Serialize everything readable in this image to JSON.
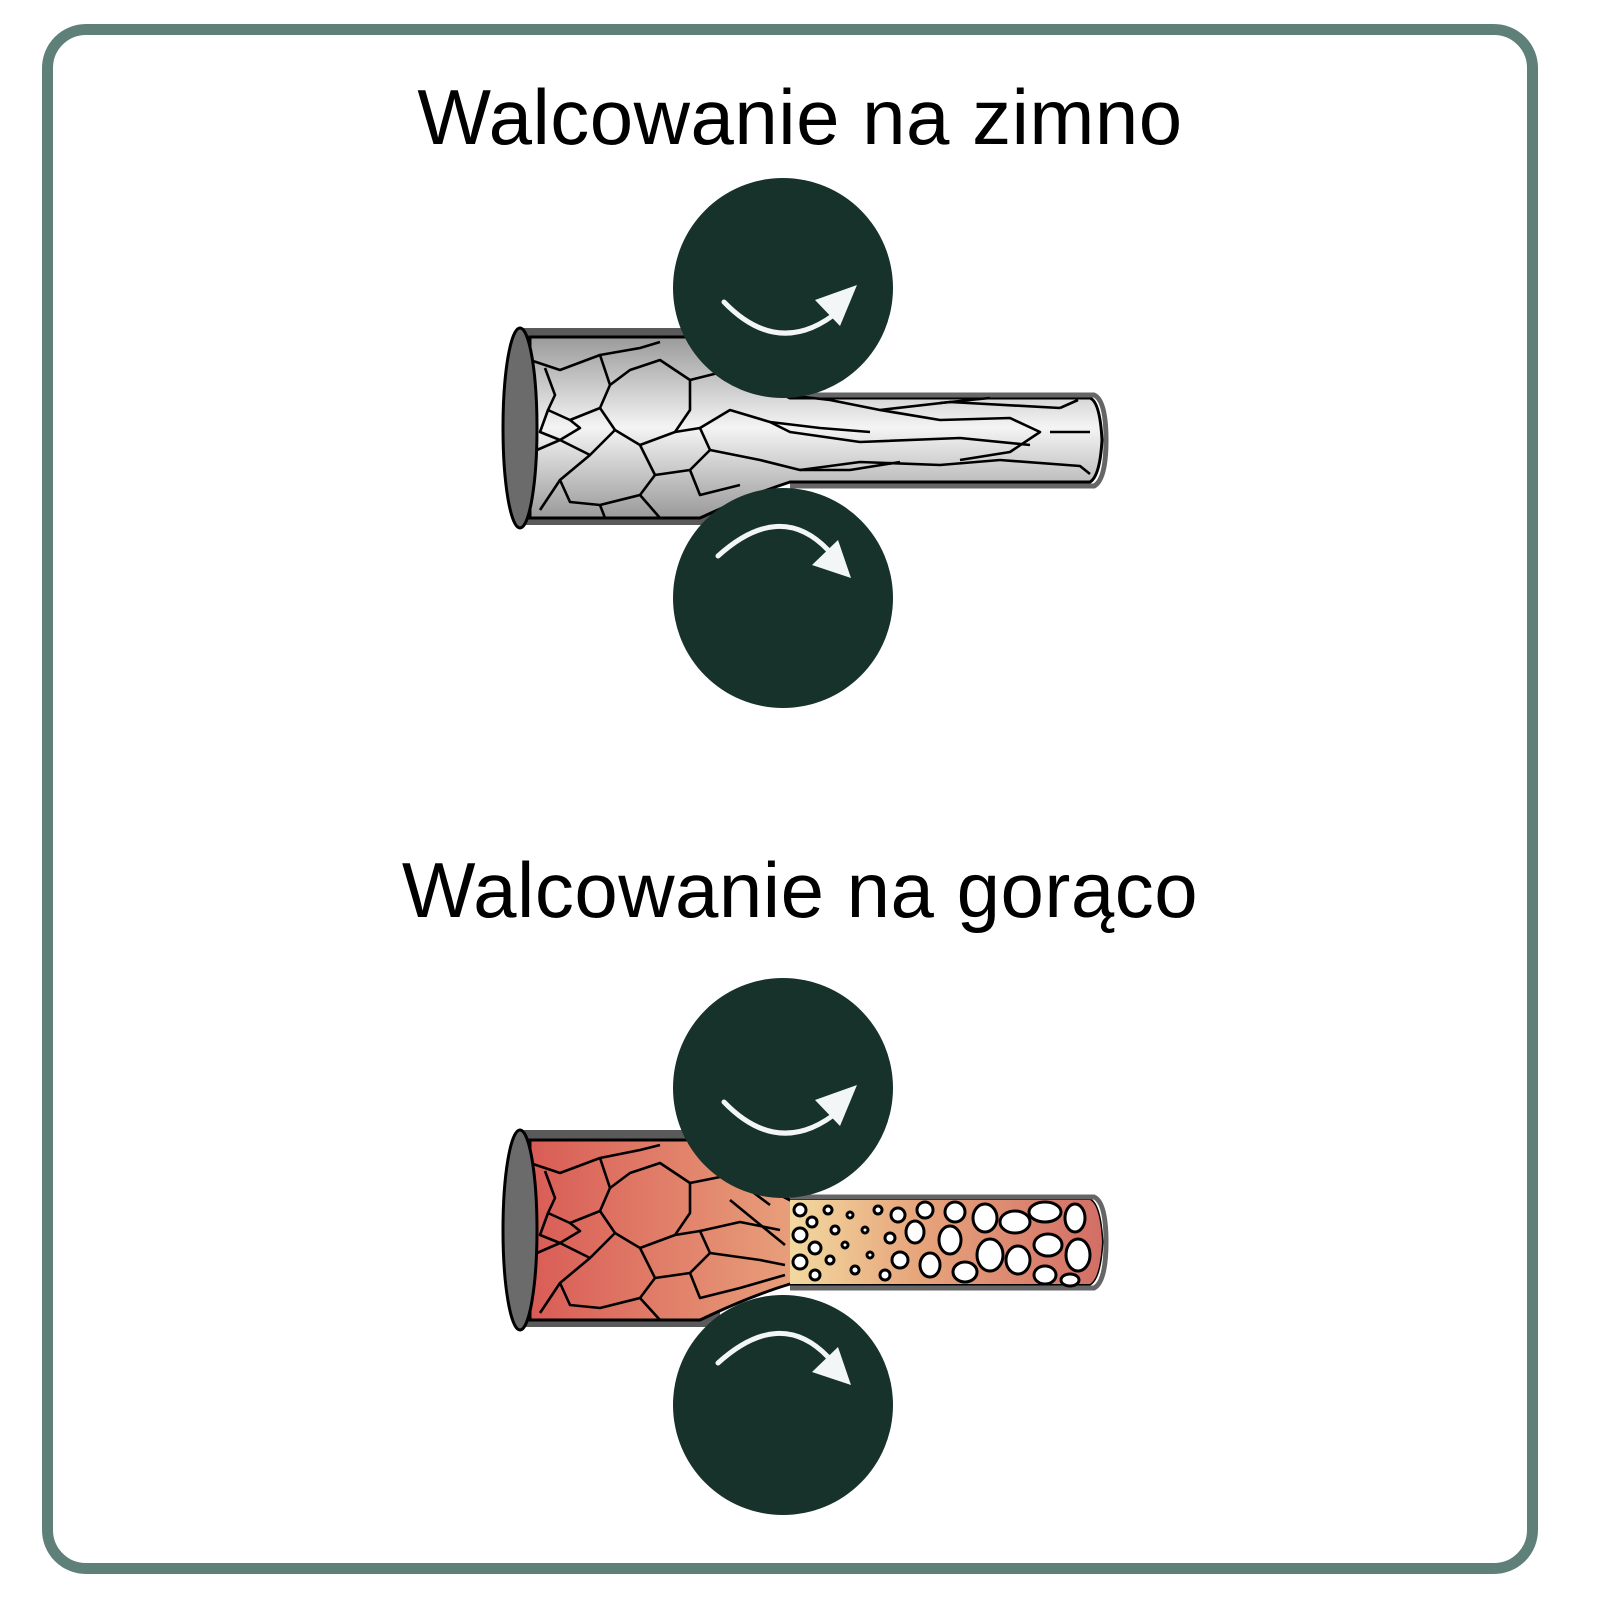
{
  "sections": [
    {
      "id": "cold",
      "title": "Walcowanie na zimno",
      "material_gradient": [
        "#9a9a9a",
        "#f2f2f2",
        "#9a9a9a"
      ],
      "roller_color": "#17312b",
      "arrow_color": "#f3f6f6",
      "bar_end_color": "#6b6b6b"
    },
    {
      "id": "hot",
      "title": "Walcowanie na gorąco",
      "material_gradient": [
        "#d9605a",
        "#e9a57e",
        "#f7f3b0"
      ],
      "recrystallized_bg": [
        "#e7a67c",
        "#d77268"
      ],
      "roller_color": "#17312b",
      "arrow_color": "#f3f6f6",
      "bar_end_color": "#6b6b6b"
    }
  ],
  "frame": {
    "border_color": "#5e8078"
  }
}
